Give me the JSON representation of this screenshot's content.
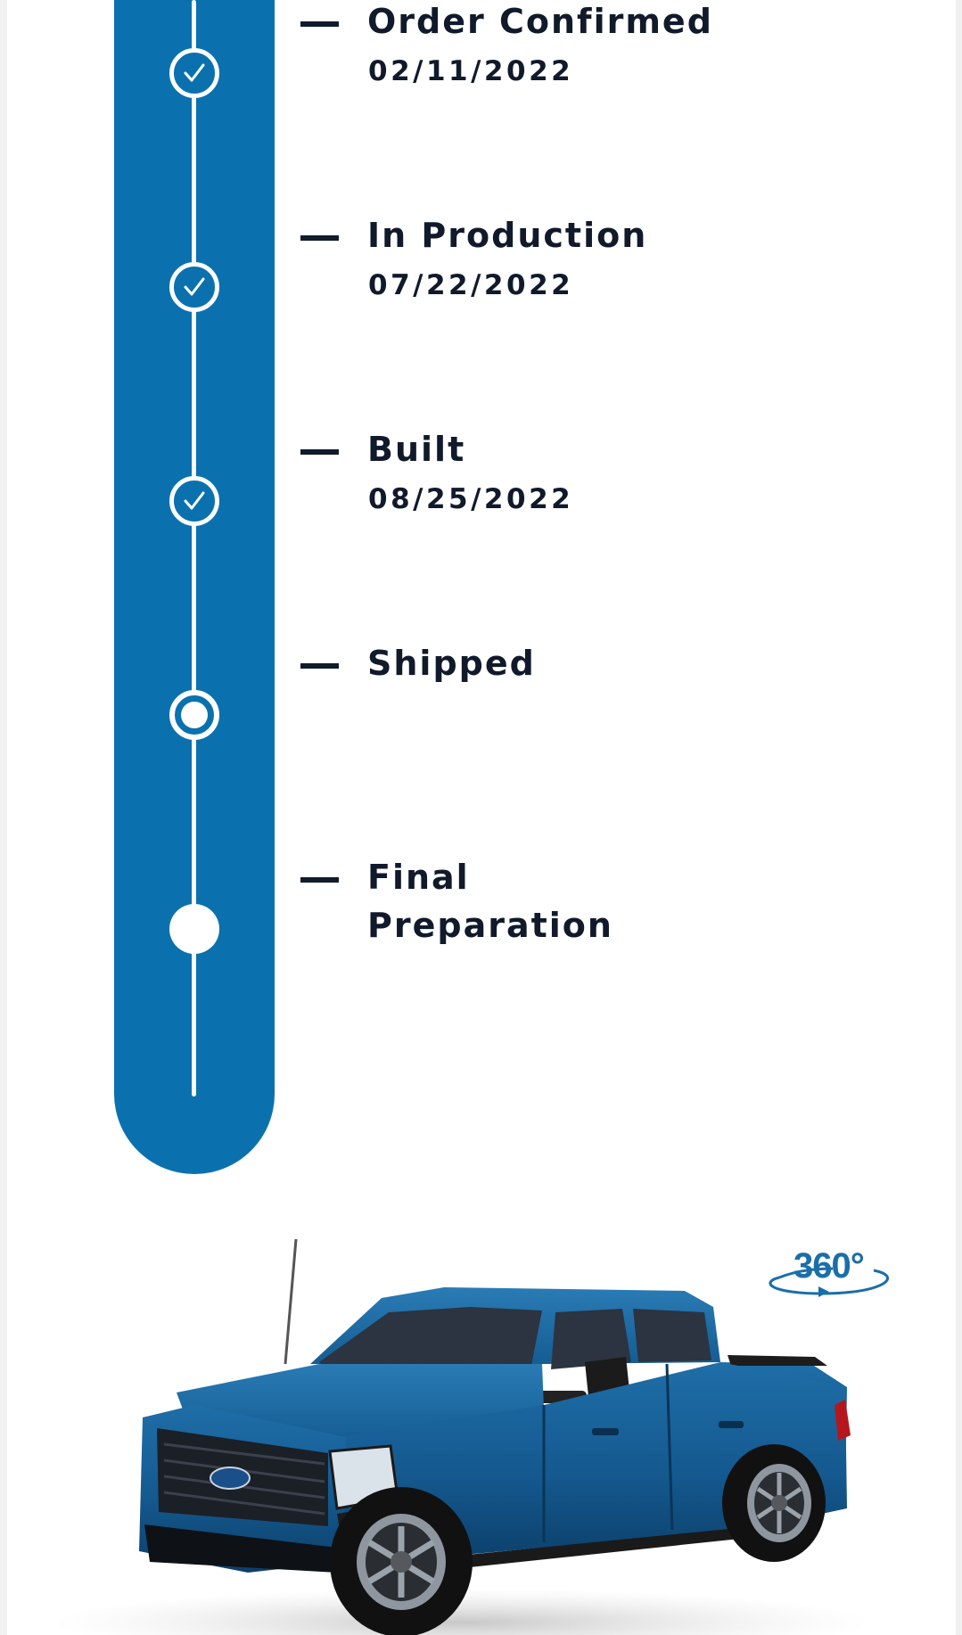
{
  "tracker": {
    "steps": [
      {
        "label": "Order Confirmed",
        "date": "02/11/2022",
        "status": "completed"
      },
      {
        "label": "In Production",
        "date": "07/22/2022",
        "status": "completed"
      },
      {
        "label": "Built",
        "date": "08/25/2022",
        "status": "completed"
      },
      {
        "label": "Shipped",
        "date": "",
        "status": "current"
      },
      {
        "label": "Final\nPreparation",
        "date": "",
        "status": "pending"
      }
    ]
  },
  "vehicle": {
    "view_360_label": "360°"
  },
  "colors": {
    "track": "#0a71ae",
    "text": "#111a2b",
    "node_outline": "#ffffff",
    "badge": "#1a6ea9",
    "vehicle_body": "#14598f"
  },
  "icons": {
    "completed_node": "check-circle-icon",
    "current_node": "ring-icon",
    "pending_node": "filled-dot-icon",
    "rotate_view": "rotate-360-icon"
  }
}
